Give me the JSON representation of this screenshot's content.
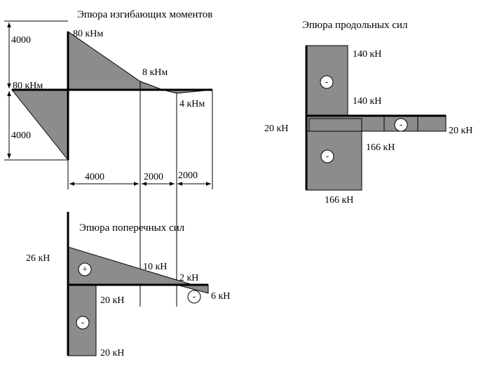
{
  "bending": {
    "title": "Эпюра изгибающих моментов",
    "dim_top": "4000",
    "dim_bottom": "4000",
    "dim_x1": "4000",
    "dim_x2": "2000",
    "dim_x3": "2000",
    "label_left": "80 кНм",
    "label_top": "80 кНм",
    "label_mid": "8 кНм",
    "label_right": "4 кНм"
  },
  "normal": {
    "title": "Эпюра продольных сил",
    "label_top_right": "140 кН",
    "label_mid_right": "140 кН",
    "label_left": "20 кН",
    "label_end": "20 кН",
    "label_lower_right": "166 кН",
    "label_bottom": "166 кН",
    "sign_top": "-",
    "sign_beam": "-",
    "sign_bottom": "-"
  },
  "shear": {
    "title": "Эпюра поперечных сил",
    "label_left": "26 кН",
    "label_mid": "10 кН",
    "label_right_top": "2 кН",
    "label_right": "6 кН",
    "label_col_top": "20 кН",
    "label_col_bottom": "20 кН",
    "sign_positive": "+",
    "sign_right": "-",
    "sign_col": "-"
  }
}
